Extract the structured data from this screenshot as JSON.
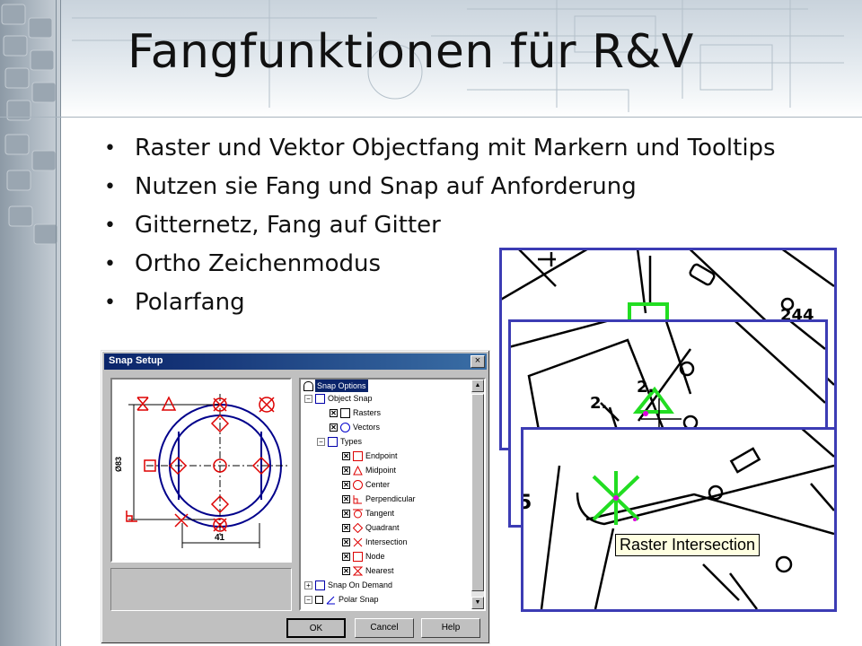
{
  "slide": {
    "title": "Fangfunktionen für R&V",
    "bullets": [
      "Raster und Vektor Objectfang mit Markern und Tooltips",
      "Nutzen sie Fang und Snap auf Anforderung",
      "Gitternetz, Fang auf Gitter",
      "Ortho Zeichenmodus",
      "Polarfang"
    ],
    "bullet_symbol": "•"
  },
  "dialog": {
    "title": "Snap Setup",
    "close_symbol": "×",
    "preview": {
      "dim_vertical": "Ø83",
      "dim_horizontal": "41"
    },
    "tree": {
      "snap_options": "Snap Options",
      "object_snap": "Object Snap",
      "rasters": "Rasters",
      "vectors": "Vectors",
      "types": "Types",
      "endpoint": "Endpoint",
      "midpoint": "Midpoint",
      "center": "Center",
      "perpendicular": "Perpendicular",
      "tangent": "Tangent",
      "quadrant": "Quadrant",
      "intersection": "Intersection",
      "node": "Node",
      "nearest": "Nearest",
      "snap_on_demand": "Snap On Demand",
      "polar_snap": "Polar Snap",
      "checked_symbol": "✕",
      "expand_symbol": "+",
      "collapse_symbol": "−"
    },
    "buttons": {
      "ok": "OK",
      "cancel": "Cancel",
      "help": "Help"
    },
    "scroll_up": "▲",
    "scroll_down": "▼"
  },
  "zoom_panels": {
    "tooltip": "Raster Intersection",
    "map_labels": {
      "n244": "244",
      "d2_top": "2.",
      "d2_mid": "2.",
      "five": "5"
    }
  },
  "colors": {
    "panel_border": "#3c3cb4",
    "snap_marker_green": "#22dd22",
    "snap_marker_red": "#dd0000",
    "tree_selection": "#0a246a"
  }
}
